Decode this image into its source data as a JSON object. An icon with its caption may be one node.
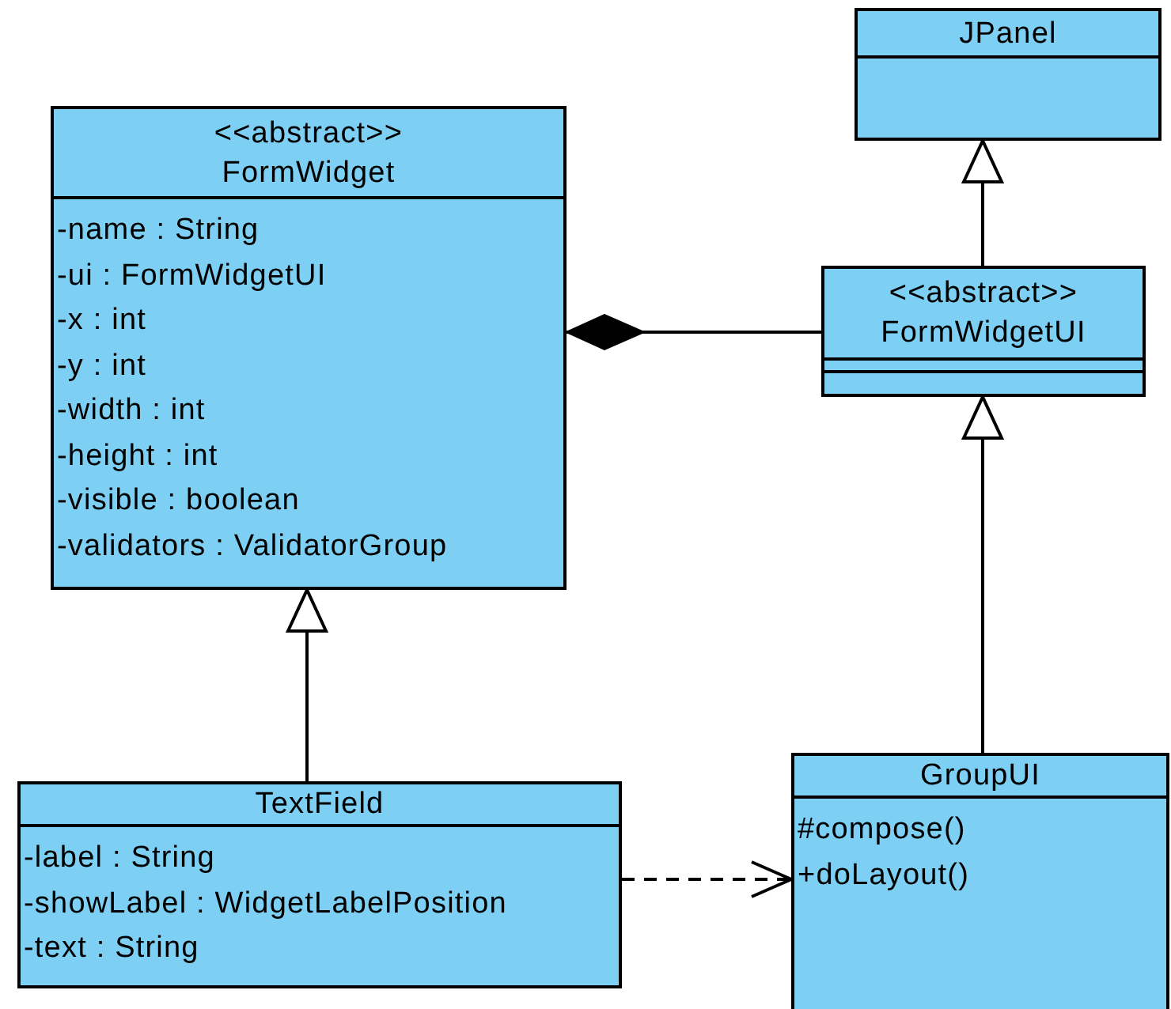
{
  "diagram": {
    "nodes": [
      {
        "text": [
          "JPanel"
        ]
      },
      {
        "text": [
          "<<abstract>>",
          "FormWidget",
          "-name : String",
          "-ui : FormWidgetUI",
          "-x : int",
          "-y : int",
          "-width : int",
          "-height : int",
          "-visible : boolean",
          "-validators : ValidatorGroup"
        ]
      },
      {
        "text": [
          "<<abstract>>",
          "FormWidgetUI"
        ]
      },
      {
        "text": [
          "TextField",
          "-label : String",
          "-showLabel : WidgetLabelPosition",
          "-text : String"
        ]
      },
      {
        "text": [
          "GroupUI",
          "#compose()",
          "+doLayout()"
        ]
      }
    ],
    "edges": [
      {
        "from": 2,
        "to": 0,
        "arrow": "to"
      },
      {
        "from": 1,
        "to": 2,
        "arrow": "other"
      },
      {
        "from": 3,
        "to": 1,
        "arrow": "to"
      },
      {
        "from": 4,
        "to": 2,
        "arrow": "to"
      },
      {
        "from": 3,
        "to": 4,
        "arrow": "to",
        "style": "dashed"
      }
    ]
  }
}
